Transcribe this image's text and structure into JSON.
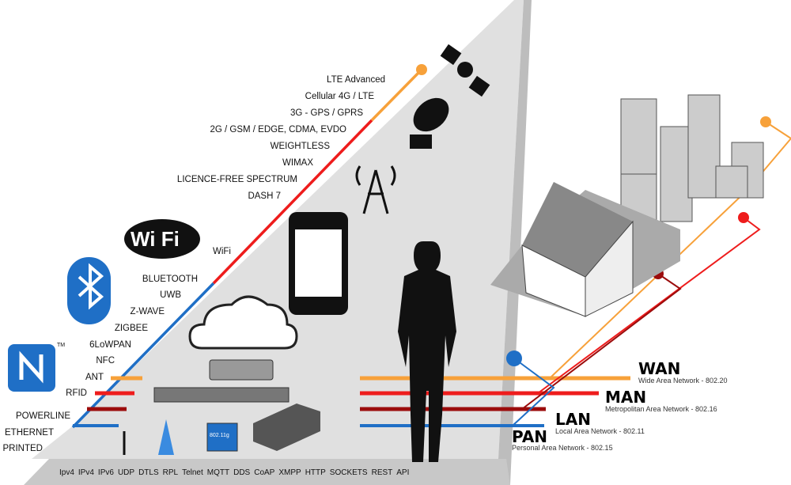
{
  "technologies": [
    "LTE Advanced",
    "Cellular 4G / LTE",
    "3G - GPS / GPRS",
    "2G / GSM / EDGE, CDMA, EVDO",
    "WEIGHTLESS",
    "WIMAX",
    "LICENCE-FREE SPECTRUM",
    "DASH 7",
    "WiFi",
    "BLUETOOTH",
    "UWB",
    "Z-WAVE",
    "ZIGBEE",
    "6LoWPAN",
    "NFC",
    "ANT",
    "RFID",
    "POWERLINE",
    "ETHERNET",
    "PRINTED"
  ],
  "protocols": [
    "Ipv4",
    "IPv4",
    "IPv6",
    "UDP",
    "DTLS",
    "RPL",
    "Telnet",
    "MQTT",
    "DDS",
    "CoAP",
    "XMPP",
    "HTTP",
    "SOCKETS",
    "REST",
    "API"
  ],
  "networks": [
    {
      "name": "WAN",
      "desc": "Wide Area Network - 802.20",
      "color": "#f7a13a"
    },
    {
      "name": "MAN",
      "desc": "Metropolitan Area Network - 802.16",
      "color": "#ee1c1c"
    },
    {
      "name": "LAN",
      "desc": "Local Area Network - 802.11",
      "color": "#9b0c0c"
    },
    {
      "name": "PAN",
      "desc": "Personal Area Network - 802.15",
      "color": "#1f6fc6"
    }
  ],
  "logos": {
    "wifi": "Wi Fi",
    "chip": "802.11g",
    "nfc_tm": "TM"
  }
}
